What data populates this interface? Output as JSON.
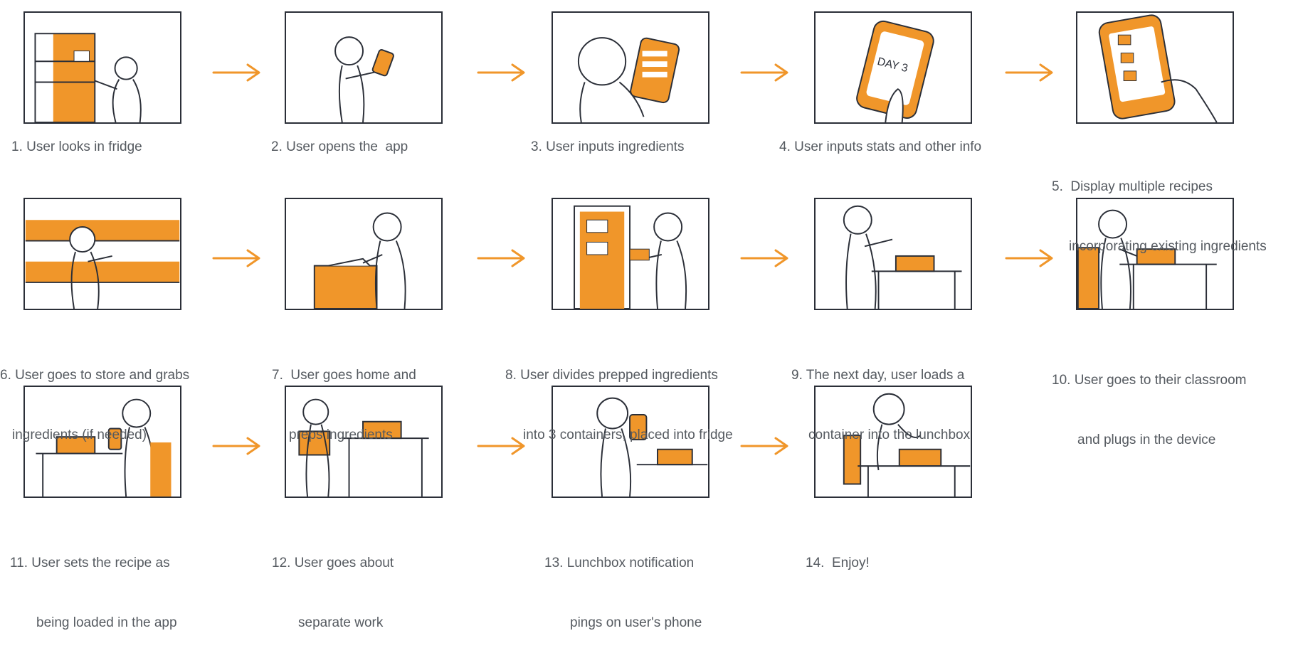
{
  "colors": {
    "accent": "#f0962a",
    "ink": "#2b2f38",
    "caption": "#555a60"
  },
  "steps": [
    {
      "id": 1,
      "lines": [
        "1. User looks in fridge"
      ]
    },
    {
      "id": 2,
      "lines": [
        "2. User opens the  app"
      ]
    },
    {
      "id": 3,
      "lines": [
        "3. User inputs ingredients"
      ]
    },
    {
      "id": 4,
      "lines": [
        "4. User inputs stats and other info"
      ]
    },
    {
      "id": 5,
      "lines": [
        "5.  Display multiple recipes",
        "incorporating existing ingredients"
      ]
    },
    {
      "id": 6,
      "lines": [
        "6. User goes to store and grabs",
        "ingredients (if needed)"
      ]
    },
    {
      "id": 7,
      "lines": [
        "7.  User goes home and",
        "preps ingredients"
      ]
    },
    {
      "id": 8,
      "lines": [
        "8. User divides prepped ingredients",
        "into 3 containers, placed into fridge"
      ]
    },
    {
      "id": 9,
      "lines": [
        "9. The next day, user loads a",
        "container into the lunchbox"
      ]
    },
    {
      "id": 10,
      "lines": [
        "10. User goes to their classroom",
        "and plugs in the device"
      ]
    },
    {
      "id": 11,
      "lines": [
        "11. User sets the recipe as",
        "being loaded in the app"
      ]
    },
    {
      "id": 12,
      "lines": [
        "12. User goes about",
        "separate work"
      ]
    },
    {
      "id": 13,
      "lines": [
        "13. Lunchbox notification",
        "pings on user's phone"
      ]
    },
    {
      "id": 14,
      "lines": [
        "14.  Enjoy!"
      ]
    }
  ],
  "phone_screen_text": "DAY 3"
}
